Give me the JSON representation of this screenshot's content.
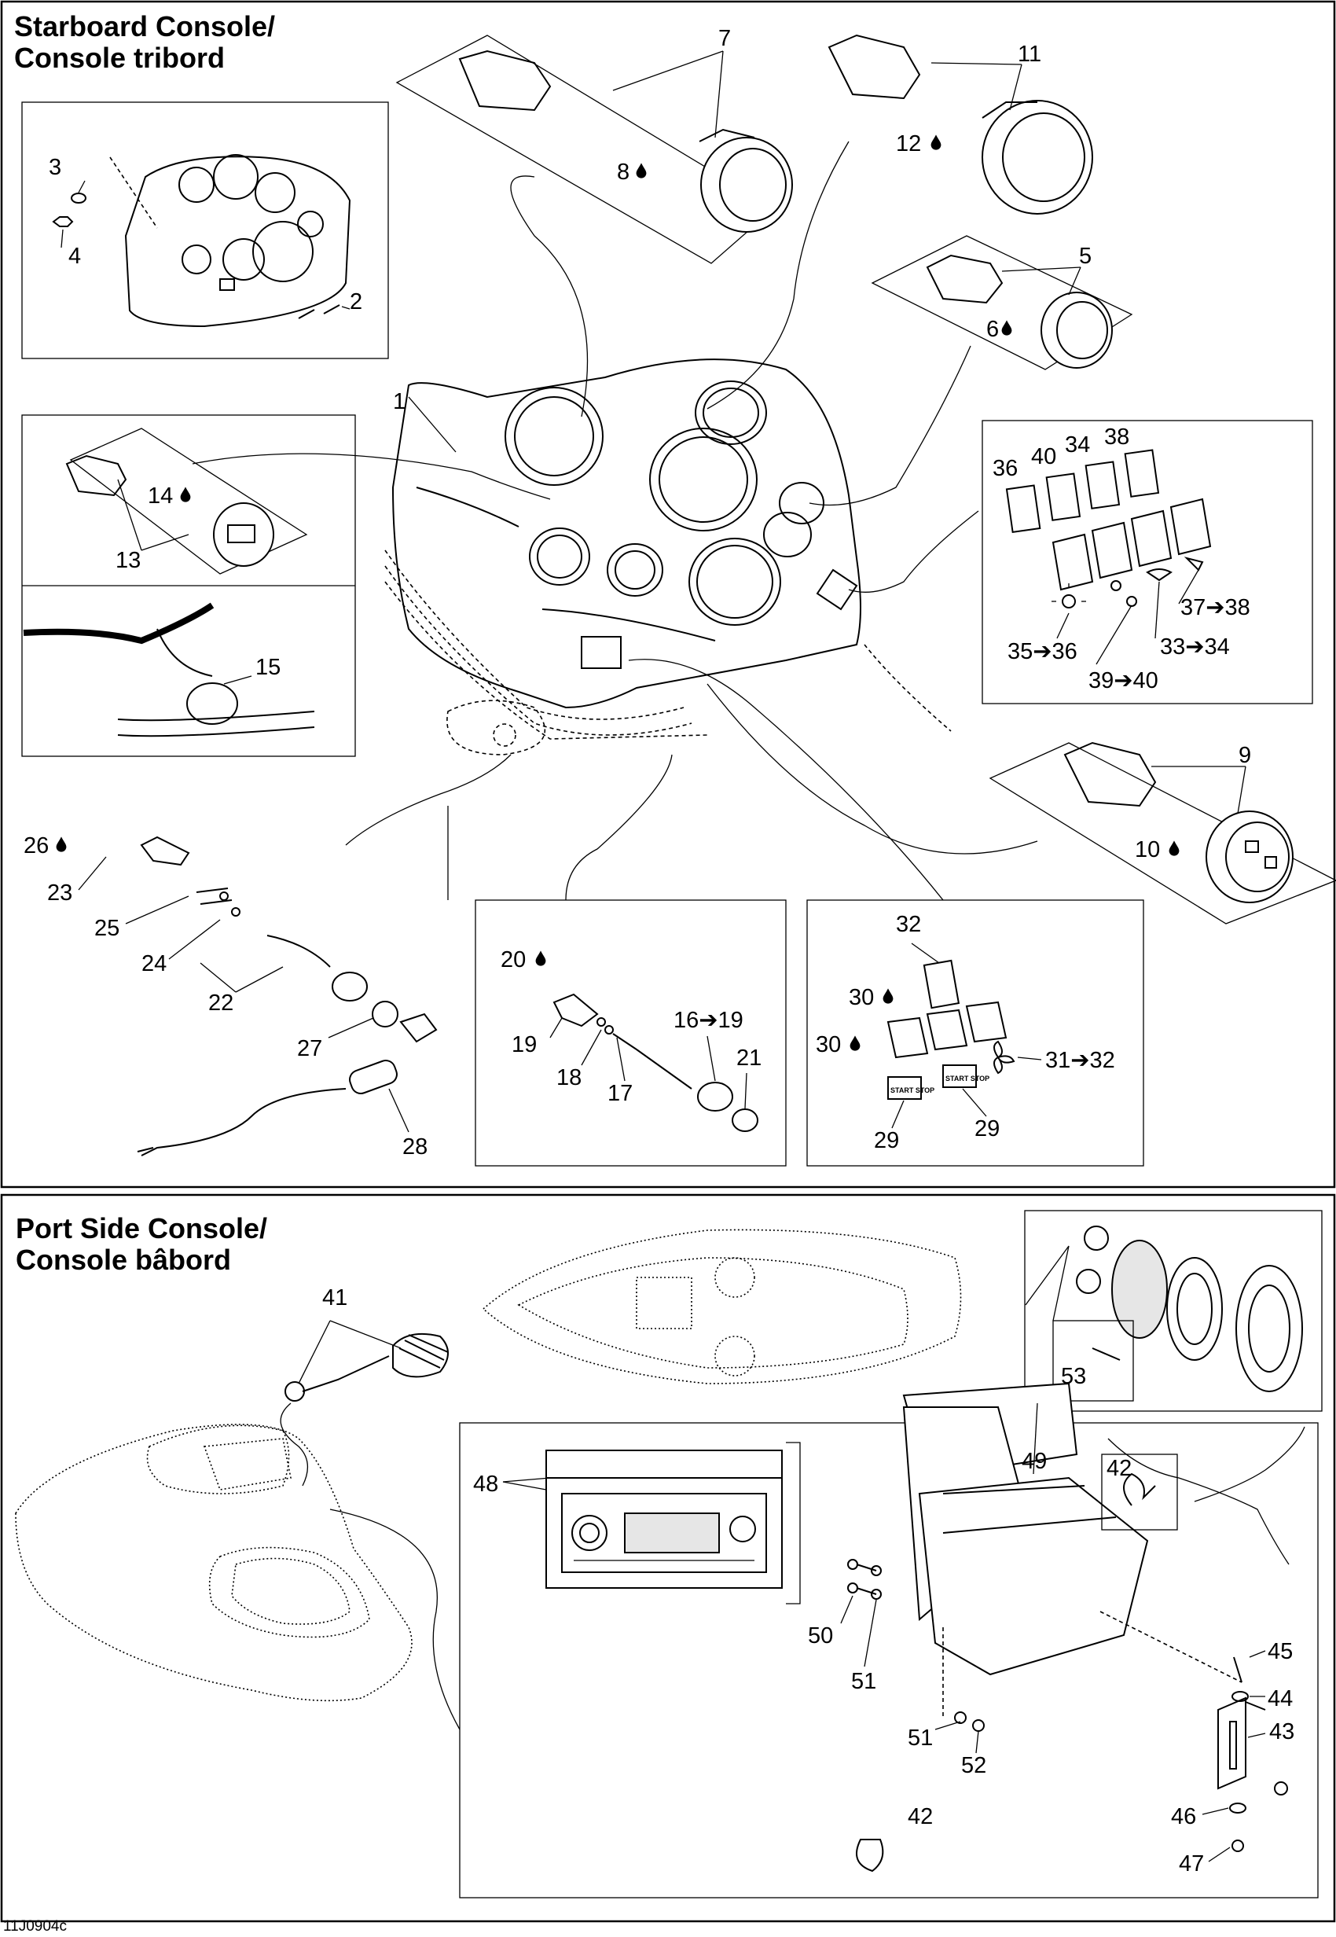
{
  "sections": {
    "starboard": {
      "title_line1": "Starboard Console/",
      "title_line2": "Console tribord"
    },
    "port": {
      "title_line1": "Port Side Console/",
      "title_line2": "Console bâbord"
    }
  },
  "callouts": {
    "c1": "1",
    "c2": "2",
    "c3": "3",
    "c4": "4",
    "c5": "5",
    "c6": "6",
    "c7": "7",
    "c8": "8",
    "c9": "9",
    "c10": "10",
    "c11": "11",
    "c12": "12",
    "c13": "13",
    "c14": "14",
    "c15": "15",
    "c16_19": "16➔19",
    "c17": "17",
    "c18": "18",
    "c19": "19",
    "c20": "20",
    "c21": "21",
    "c22": "22",
    "c23": "23",
    "c24": "24",
    "c25": "25",
    "c26": "26",
    "c27": "27",
    "c28": "28",
    "c29a": "29",
    "c29b": "29",
    "c30a": "30",
    "c30b": "30",
    "c31_32": "31➔32",
    "c32": "32",
    "c33_34": "33➔34",
    "c34": "34",
    "c35_36": "35➔36",
    "c36": "36",
    "c37_38": "37➔38",
    "c38": "38",
    "c39_40": "39➔40",
    "c40": "40",
    "c41": "41",
    "c42a": "42",
    "c42b": "42",
    "c43": "43",
    "c44": "44",
    "c45": "45",
    "c46": "46",
    "c47": "47",
    "c48": "48",
    "c49": "49",
    "c50": "50",
    "c51a": "51",
    "c51b": "51",
    "c52": "52",
    "c53": "53"
  },
  "switch_labels": {
    "start_stop_a": "START STOP",
    "start_stop_b": "START STOP"
  },
  "drawing_code": "11J0904c",
  "icons": {
    "oil_drop": "oil-drop-icon",
    "arrow": "arrow-right-icon"
  },
  "colors": {
    "line": "#000000",
    "background": "#ffffff"
  }
}
